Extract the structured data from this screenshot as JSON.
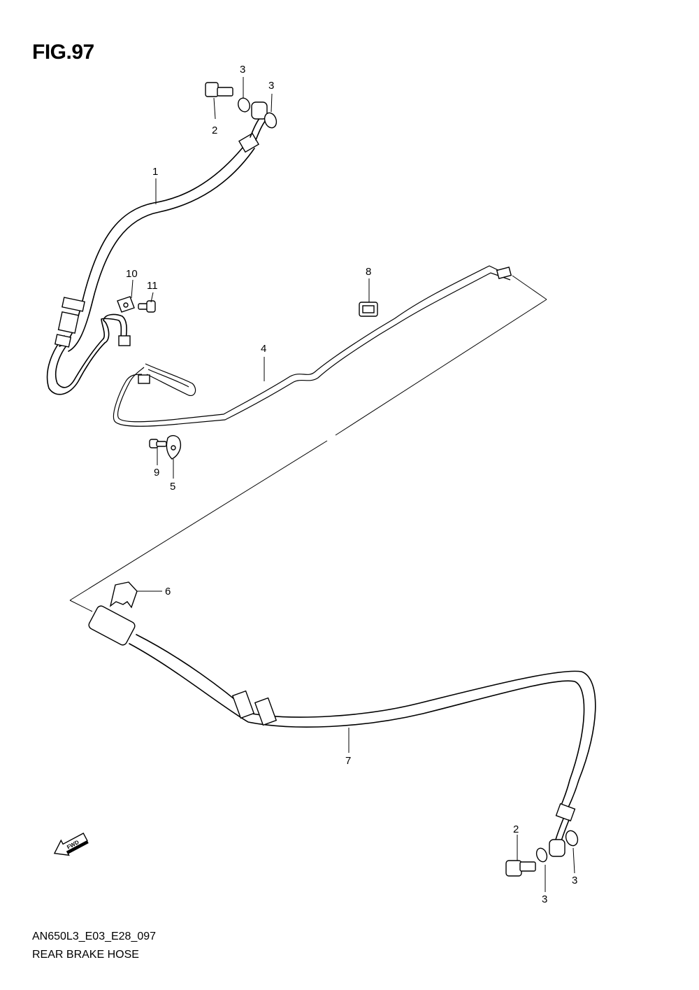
{
  "figure": {
    "title": "FIG.97"
  },
  "callouts": {
    "c1": "1",
    "c2a": "2",
    "c2b": "2",
    "c3a": "3",
    "c3b": "3",
    "c3c": "3",
    "c3d": "3",
    "c4": "4",
    "c5": "5",
    "c6": "6",
    "c7": "7",
    "c8": "8",
    "c9": "9",
    "c10": "10",
    "c11": "11"
  },
  "fwd_label": "FWD",
  "footer": {
    "code": "AN650L3_E03_E28_097",
    "caption": "REAR BRAKE HOSE"
  }
}
